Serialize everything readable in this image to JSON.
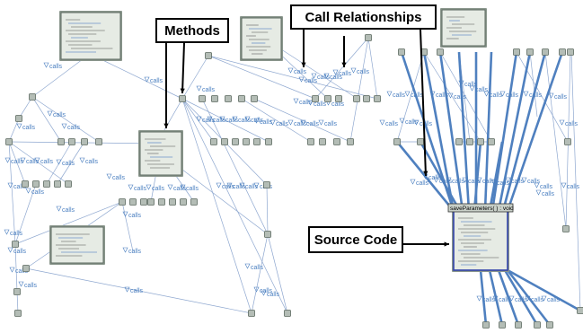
{
  "callouts": {
    "methods": "Methods",
    "call_relationships": "Call Relationships",
    "source_code": "Source Code"
  },
  "edge_label": "calls",
  "focused_method": {
    "signature": "saveParameters( ) : void"
  },
  "colors": {
    "edge_thin": "#8fa8d0",
    "edge_thick": "#4f80bf",
    "edge_label": "#4a7fc0",
    "node_fill": "#b4bdb6",
    "node_stroke": "#5c6a60",
    "panel_fill": "#e6ebe4",
    "panel_border": "#5c6a60",
    "selection": "#3344aa"
  }
}
